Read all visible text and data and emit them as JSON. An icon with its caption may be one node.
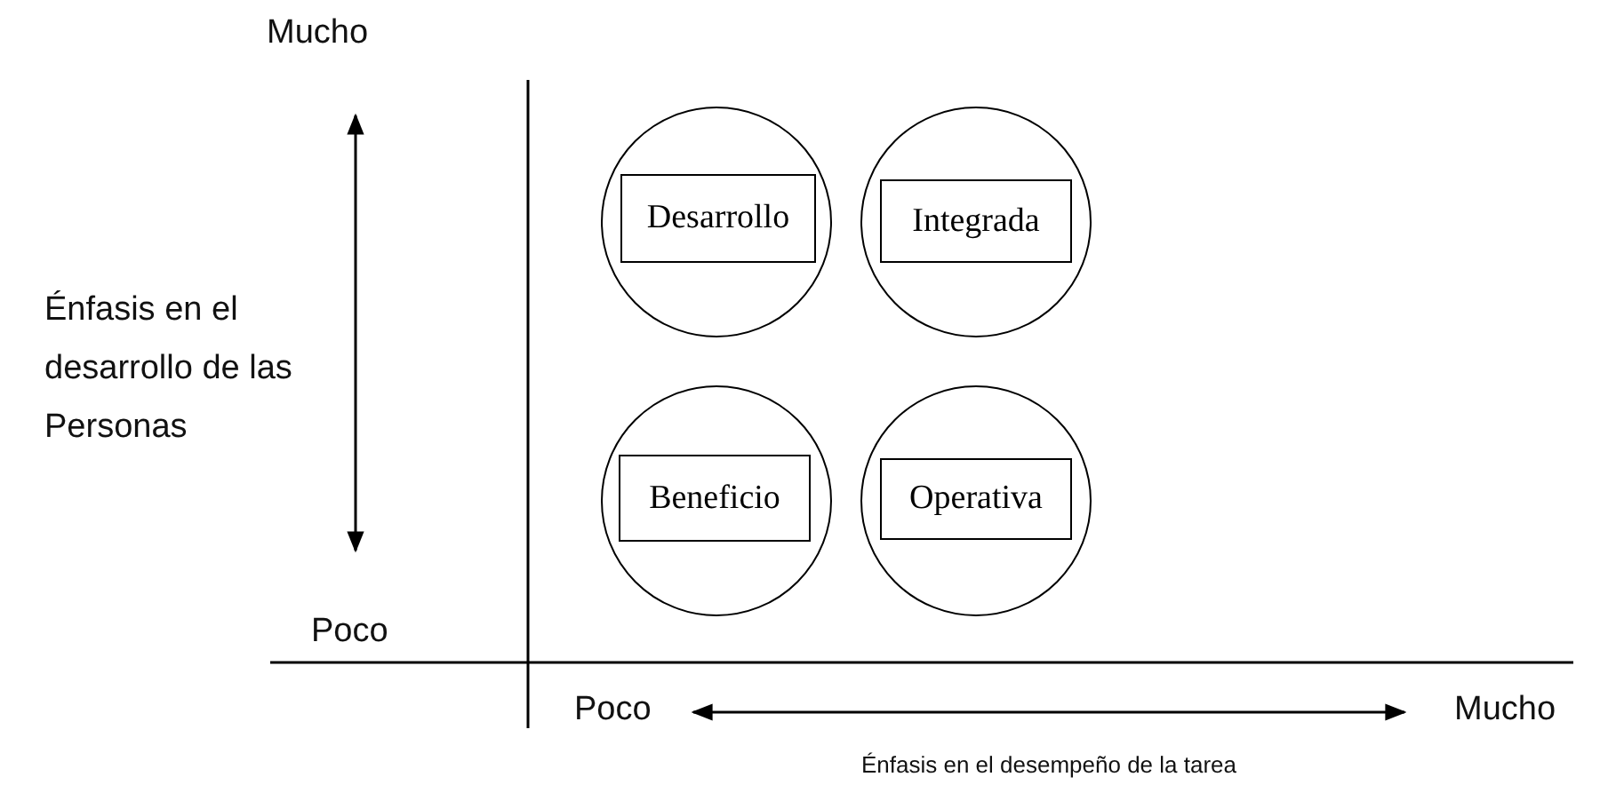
{
  "diagram": {
    "nodes": [
      {
        "text": [],
        "shape": "circle"
      },
      {
        "text": [
          "Desarrollo"
        ],
        "in": 0
      },
      {
        "text": [],
        "shape": "circle"
      },
      {
        "text": [
          "Integrada"
        ],
        "in": 2
      },
      {
        "text": [],
        "shape": "circle"
      },
      {
        "text": [
          "Beneficio"
        ],
        "in": 4
      },
      {
        "text": [],
        "shape": "circle"
      },
      {
        "text": [
          "Operativa"
        ],
        "in": 6
      }
    ],
    "labels": [
      "Mucho",
      "Énfasis en el desarrollo de las Personas",
      "Poco",
      "Poco",
      "Mucho",
      "Énfasis en el desempeño de la tarea"
    ]
  }
}
